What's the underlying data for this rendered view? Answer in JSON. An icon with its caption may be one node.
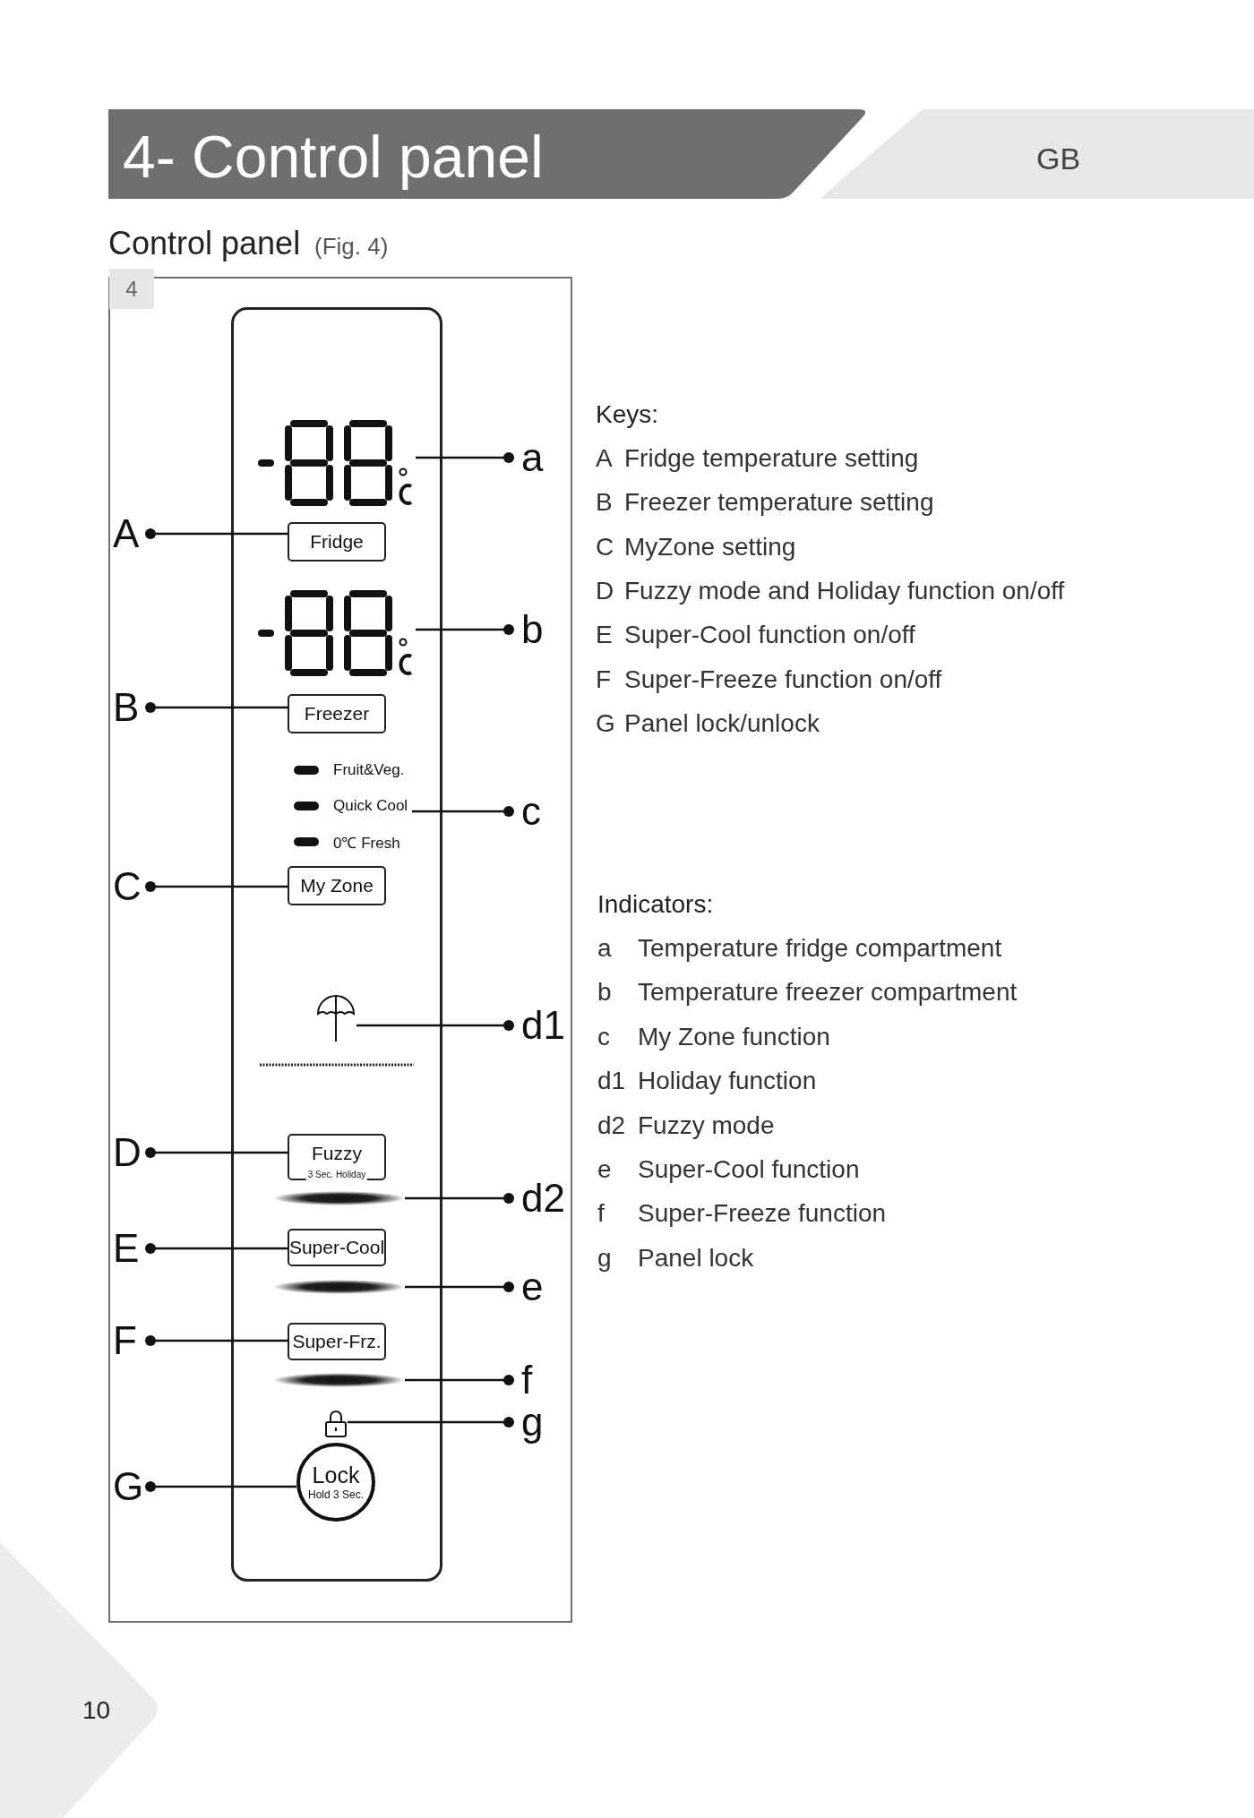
{
  "diagram": {
    "title": "4- Control panel",
    "nodes": [
      {
        "text": [],
        "shape": "box"
      },
      {
        "text": [],
        "shape": "display",
        "in": 0
      },
      {
        "text": [
          "Fridge"
        ],
        "in": 0
      },
      {
        "text": [],
        "shape": "display",
        "in": 0
      },
      {
        "text": [
          "Freezer"
        ],
        "in": 0
      },
      {
        "text": [
          "Fruit&Veg.",
          "Quick Cool",
          "0℃ Fresh"
        ],
        "in": 0
      },
      {
        "text": [
          "My Zone"
        ],
        "in": 0
      },
      {
        "text": [],
        "shape": "umbrella",
        "in": 0
      },
      {
        "text": [
          "Fuzzy",
          "3 Sec. Holiday"
        ],
        "in": 0
      },
      {
        "text": [],
        "shape": "bar",
        "in": 0
      },
      {
        "text": [
          "Super-Cool"
        ],
        "in": 0
      },
      {
        "text": [],
        "shape": "bar",
        "in": 0
      },
      {
        "text": [
          "Super-Frz."
        ],
        "in": 0
      },
      {
        "text": [],
        "shape": "bar",
        "in": 0
      },
      {
        "text": [],
        "shape": "padlock",
        "in": 0
      },
      {
        "text": [
          "Lock",
          "Hold 3 Sec."
        ],
        "in": 0
      },
      {
        "text": [
          "a"
        ]
      },
      {
        "text": [
          "A"
        ]
      },
      {
        "text": [
          "b"
        ]
      },
      {
        "text": [
          "B"
        ]
      },
      {
        "text": [
          "c"
        ]
      },
      {
        "text": [
          "C"
        ]
      },
      {
        "text": [
          "d1"
        ]
      },
      {
        "text": [
          "D"
        ]
      },
      {
        "text": [
          "d2"
        ]
      },
      {
        "text": [
          "E"
        ]
      },
      {
        "text": [
          "e"
        ]
      },
      {
        "text": [
          "F"
        ]
      },
      {
        "text": [
          "f"
        ]
      },
      {
        "text": [
          "g"
        ]
      },
      {
        "text": [
          "G"
        ]
      }
    ],
    "edges": [
      {
        "from": 16,
        "to": 1,
        "arrow": "other"
      },
      {
        "from": 17,
        "to": 2,
        "arrow": "other"
      },
      {
        "from": 18,
        "to": 3,
        "arrow": "other"
      },
      {
        "from": 19,
        "to": 4,
        "arrow": "other"
      },
      {
        "from": 20,
        "to": 5,
        "arrow": "other"
      },
      {
        "from": 21,
        "to": 6,
        "arrow": "other"
      },
      {
        "from": 22,
        "to": 7,
        "arrow": "other"
      },
      {
        "from": 23,
        "to": 8,
        "arrow": "other"
      },
      {
        "from": 24,
        "to": 9,
        "arrow": "other"
      },
      {
        "from": 25,
        "to": 10,
        "arrow": "other"
      },
      {
        "from": 26,
        "to": 11,
        "arrow": "other"
      },
      {
        "from": 27,
        "to": 12,
        "arrow": "other"
      },
      {
        "from": 28,
        "to": 13,
        "arrow": "other"
      },
      {
        "from": 29,
        "to": 14,
        "arrow": "other"
      },
      {
        "from": 30,
        "to": 15,
        "arrow": "other"
      }
    ],
    "labels": [
      "GB",
      "Control panel",
      "(Fig. 4)",
      "4",
      "Keys:",
      "A",
      "Fridge temperature setting",
      "B",
      "Freezer temperature setting",
      "C",
      "MyZone setting",
      "D",
      "Fuzzy mode and Holiday function on/off",
      "E",
      "Super-Cool function on/off",
      "F",
      "Super-Freeze function on/off",
      "G",
      "Panel lock/unlock",
      "Indicators:",
      "a",
      "Temperature fridge compartment",
      "b",
      "Temperature freezer compartment",
      "c",
      "My Zone function",
      "d1",
      "Holiday function",
      "d2",
      "Fuzzy mode",
      "e",
      "Super-Cool function",
      "f",
      "Super-Freeze function",
      "g",
      "Panel lock",
      "10"
    ]
  }
}
